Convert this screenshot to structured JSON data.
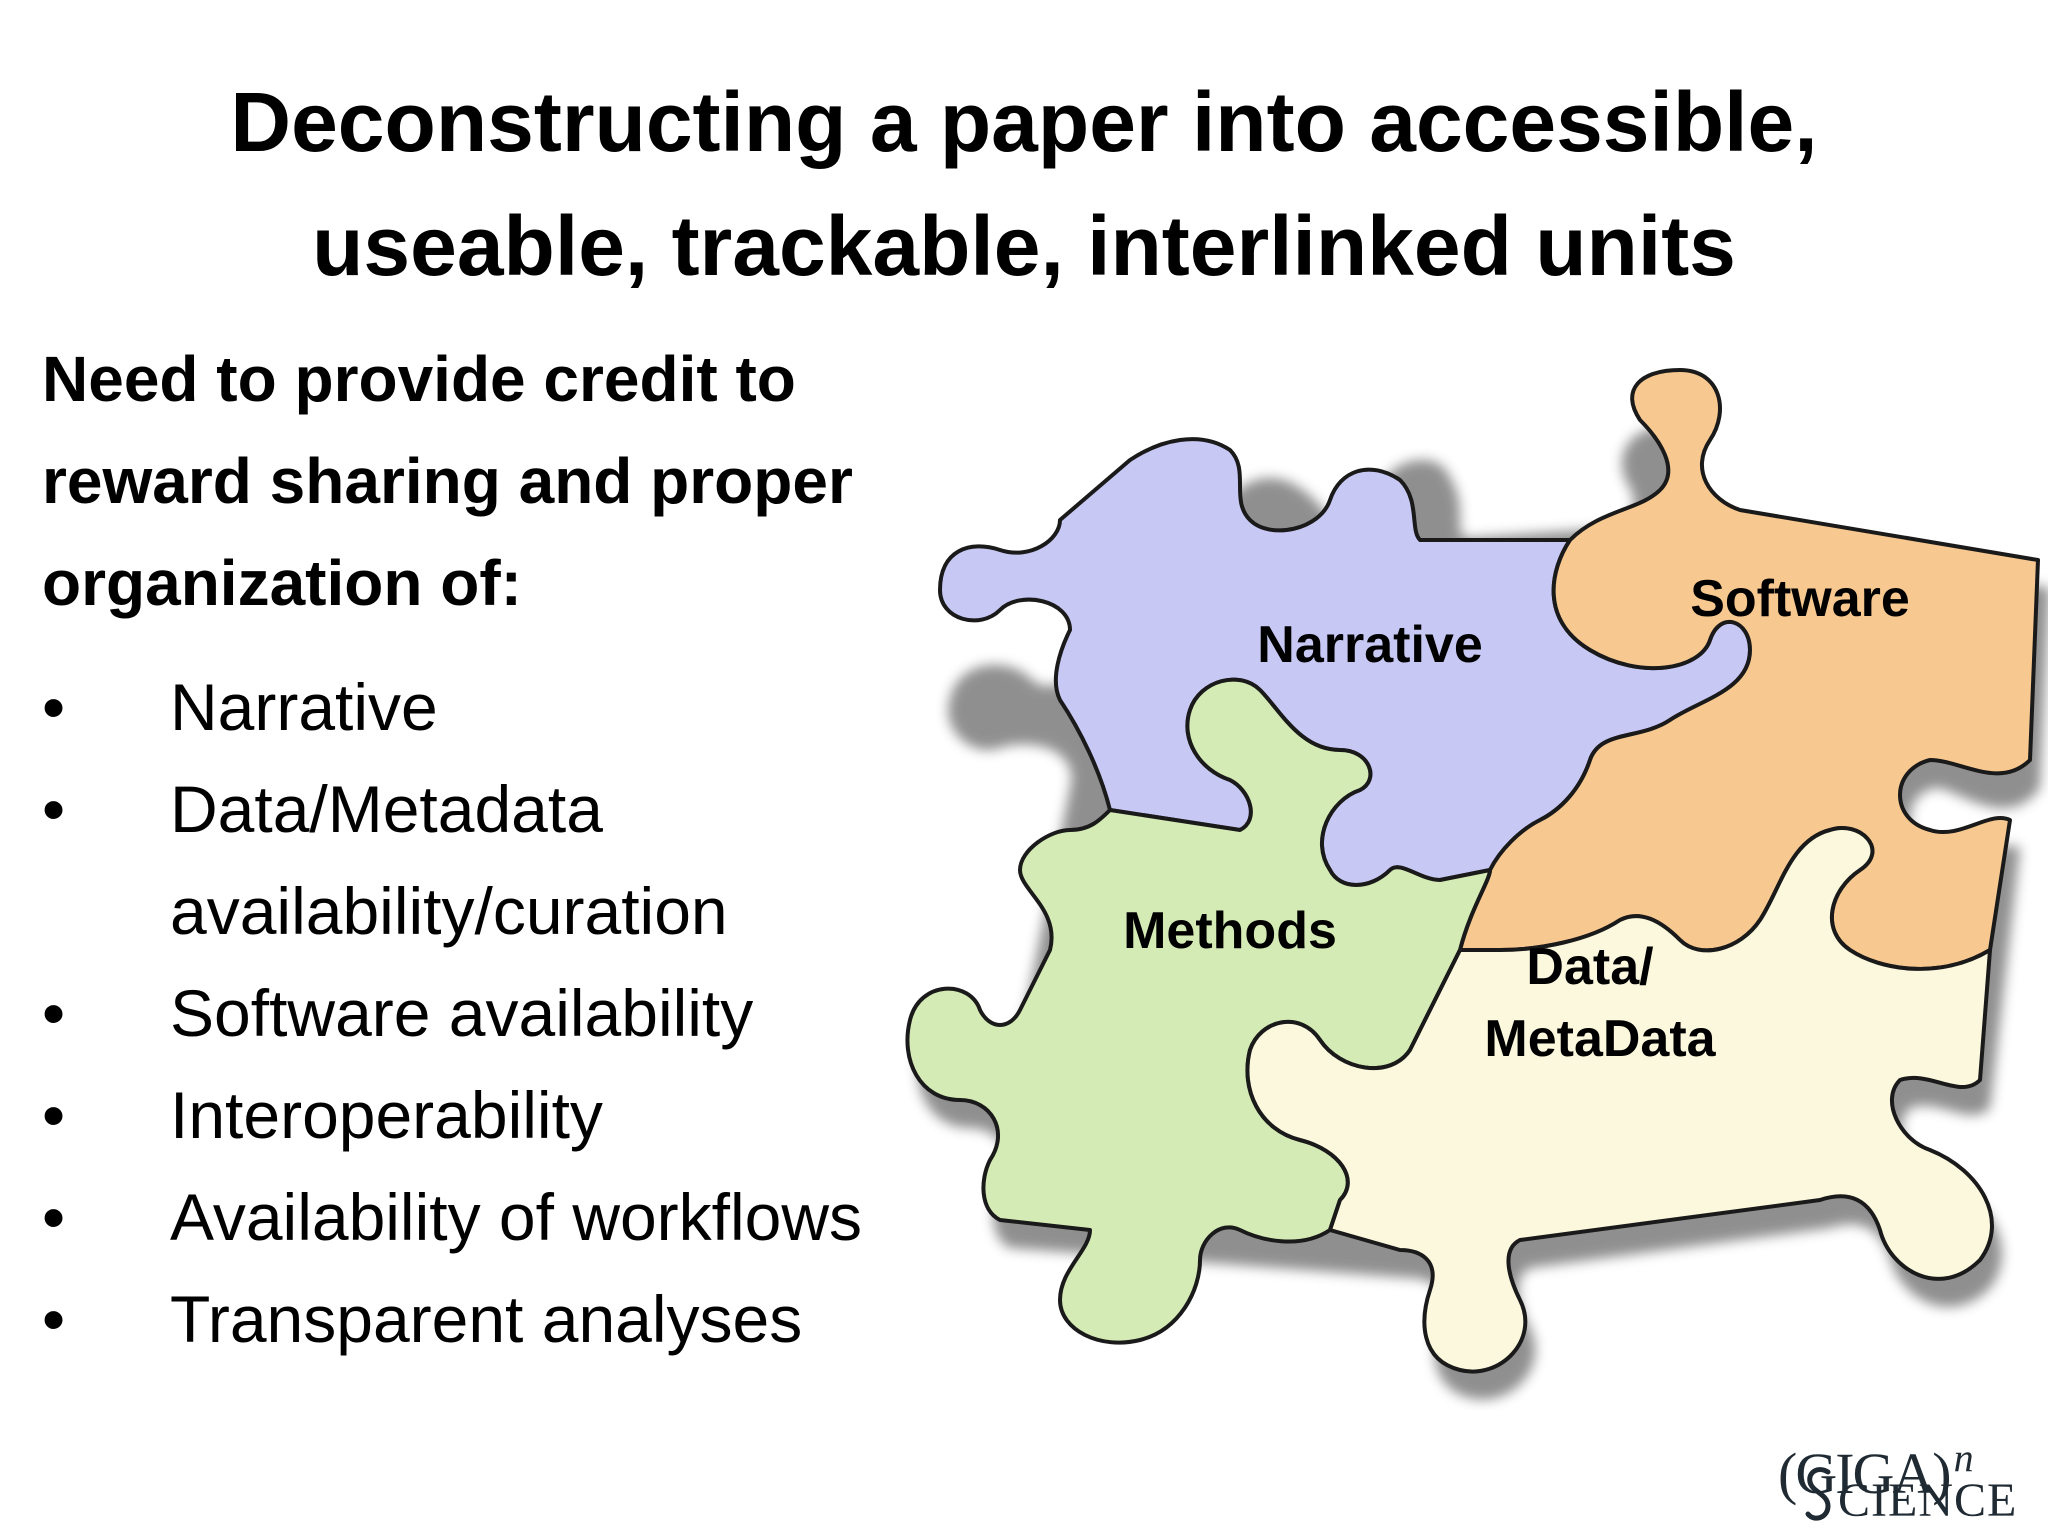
{
  "title": {
    "line1": "Deconstructing a paper into accessible,",
    "line2": "useable, trackable, interlinked units"
  },
  "intro": {
    "line1": "Need to provide credit to",
    "line2": "reward sharing and proper",
    "line3": "organization of:"
  },
  "bullets": {
    "marker": "•",
    "items": [
      {
        "line1": "Narrative",
        "line2": ""
      },
      {
        "line1": "Data/Metadata",
        "line2": "availability/curation"
      },
      {
        "line1": "Software availability",
        "line2": ""
      },
      {
        "line1": "Interoperability",
        "line2": ""
      },
      {
        "line1": "Availability of workflows",
        "line2": ""
      },
      {
        "line1": "Transparent analyses",
        "line2": ""
      }
    ]
  },
  "puzzle": {
    "narrative": {
      "label": "Narrative",
      "color": "#c8c8f5"
    },
    "software": {
      "label": "Software",
      "color": "#f7c890"
    },
    "methods": {
      "label": "Methods",
      "color": "#d5ebb5"
    },
    "data": {
      "line1": "Data/",
      "line2": "MetaData",
      "color": "#fbf8dd"
    },
    "edge_color": "#1a1a1a",
    "shadow_color": "#6b6b6b"
  },
  "logo": {
    "top": "(GIGA)",
    "superscript": "n",
    "bottom": "CIENCE"
  }
}
